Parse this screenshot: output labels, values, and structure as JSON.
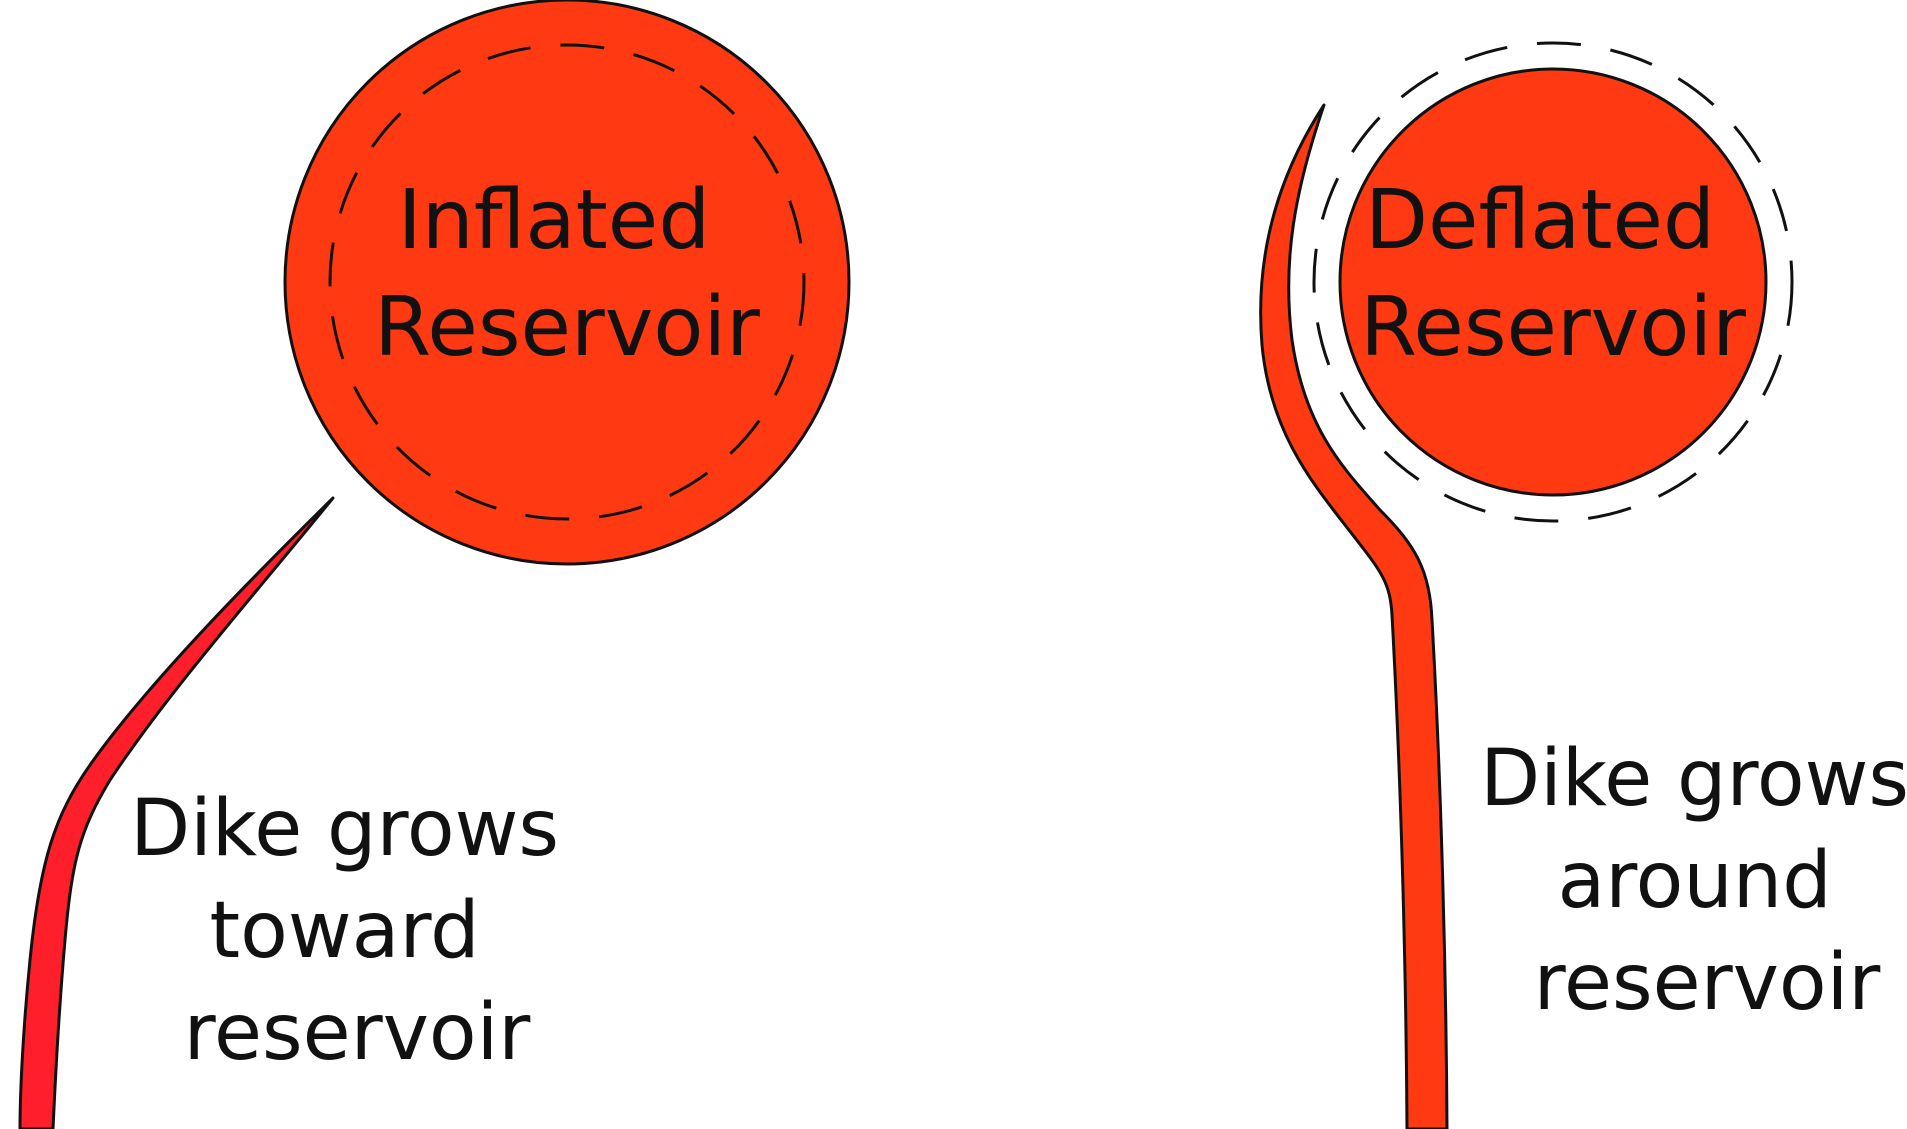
{
  "diagram": {
    "left_panel": {
      "reservoir_label": [
        "Inflated",
        "Reservoir"
      ],
      "caption": [
        "Dike grows",
        "toward",
        "reservoir"
      ]
    },
    "right_panel": {
      "reservoir_label": [
        "Deflated",
        "Reservoir"
      ],
      "caption": [
        "Dike grows",
        "around",
        "reservoir"
      ]
    }
  },
  "colors": {
    "reservoir_fill": "#ff3a12",
    "left_dike_fill": "#ff1f2a",
    "outline": "#111111"
  }
}
